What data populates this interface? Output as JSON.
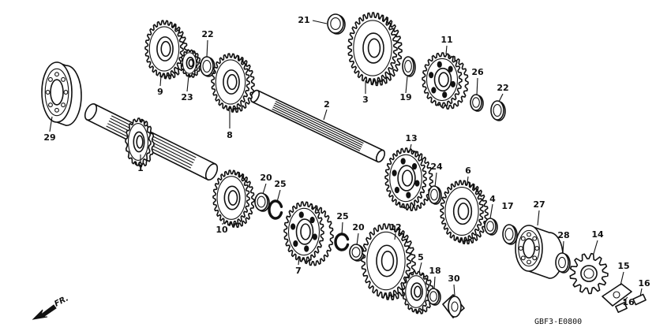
{
  "diagram": {
    "code": "GBF3-E0800",
    "direction_label": "FR.",
    "callouts": [
      {
        "id": "c1",
        "text": "1"
      },
      {
        "id": "c2",
        "text": "2"
      },
      {
        "id": "c3",
        "text": "3"
      },
      {
        "id": "c4",
        "text": "4"
      },
      {
        "id": "c5",
        "text": "5"
      },
      {
        "id": "c6",
        "text": "6"
      },
      {
        "id": "c7",
        "text": "7"
      },
      {
        "id": "c8",
        "text": "8"
      },
      {
        "id": "c9",
        "text": "9"
      },
      {
        "id": "c10",
        "text": "10"
      },
      {
        "id": "c11",
        "text": "11"
      },
      {
        "id": "c12",
        "text": "12"
      },
      {
        "id": "c13",
        "text": "13"
      },
      {
        "id": "c14",
        "text": "14"
      },
      {
        "id": "c15",
        "text": "15"
      },
      {
        "id": "c16a",
        "text": "16"
      },
      {
        "id": "c16b",
        "text": "16"
      },
      {
        "id": "c17",
        "text": "17"
      },
      {
        "id": "c18",
        "text": "18"
      },
      {
        "id": "c19",
        "text": "19"
      },
      {
        "id": "c20a",
        "text": "20"
      },
      {
        "id": "c20b",
        "text": "20"
      },
      {
        "id": "c21",
        "text": "21"
      },
      {
        "id": "c22a",
        "text": "22"
      },
      {
        "id": "c22b",
        "text": "22"
      },
      {
        "id": "c23",
        "text": "23"
      },
      {
        "id": "c24",
        "text": "24"
      },
      {
        "id": "c25a",
        "text": "25"
      },
      {
        "id": "c25b",
        "text": "25"
      },
      {
        "id": "c26",
        "text": "26"
      },
      {
        "id": "c27",
        "text": "27"
      },
      {
        "id": "c28",
        "text": "28"
      },
      {
        "id": "c29",
        "text": "29"
      },
      {
        "id": "c30",
        "text": "30"
      }
    ]
  }
}
